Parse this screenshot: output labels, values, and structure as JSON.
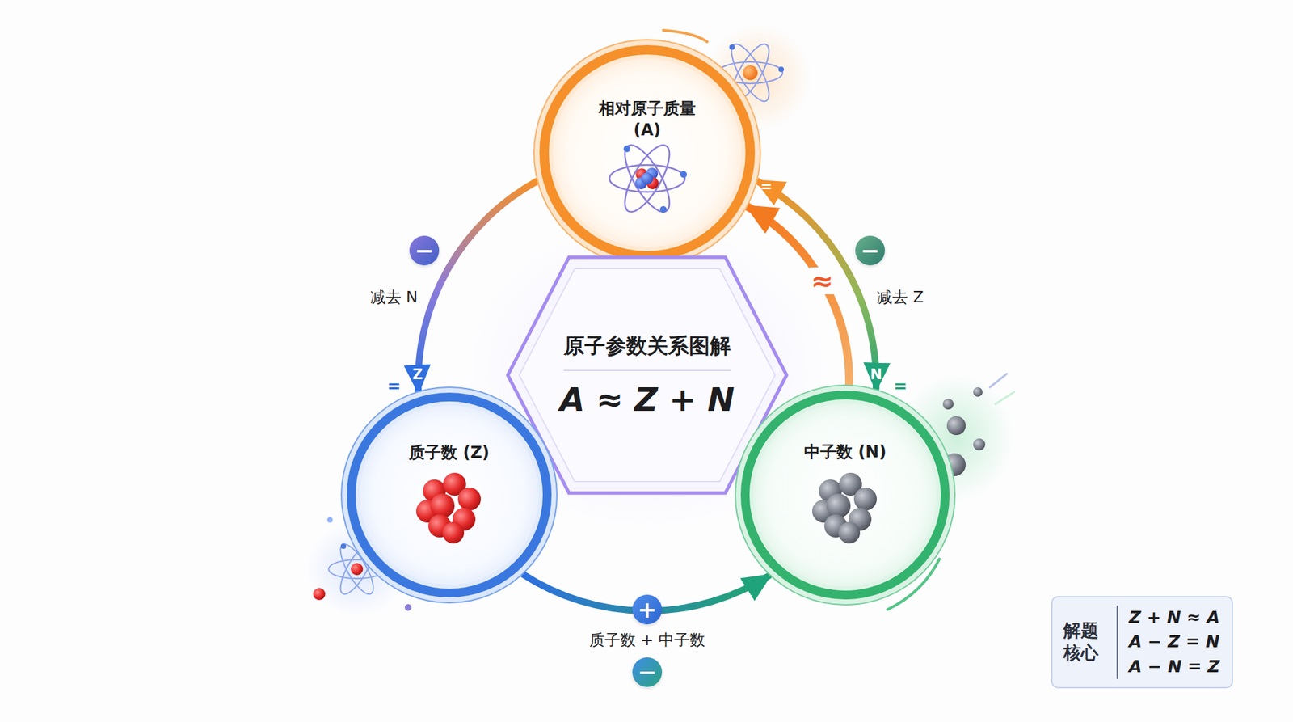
{
  "diagram": {
    "nodes": [
      {
        "text": [
          "相对原子质量 (A)"
        ]
      },
      {
        "text": [
          "原子参数关系图解",
          "A ≈ Z + N"
        ]
      },
      {
        "text": [
          "质子数 (Z)"
        ]
      },
      {
        "text": [
          "中子数 (N)"
        ]
      },
      {
        "text": [
          "解题 核心",
          "Z + N ≈ A",
          "A − Z = N",
          "A − N = Z"
        ]
      }
    ],
    "edges": [
      {
        "from": 0,
        "to": 2,
        "arrow": "to",
        "label": "减去 N"
      },
      {
        "from": 0,
        "to": 3,
        "arrow": "both",
        "label": "减去 Z"
      },
      {
        "from": 2,
        "to": 3,
        "arrow": "to",
        "label": "质子数 + 中子数"
      },
      {
        "from": 3,
        "to": 0,
        "arrow": "to",
        "label": "≈"
      }
    ],
    "labels": [
      "−",
      "=",
      "Z",
      "−",
      "=",
      "=",
      "N",
      "+",
      "−"
    ]
  }
}
